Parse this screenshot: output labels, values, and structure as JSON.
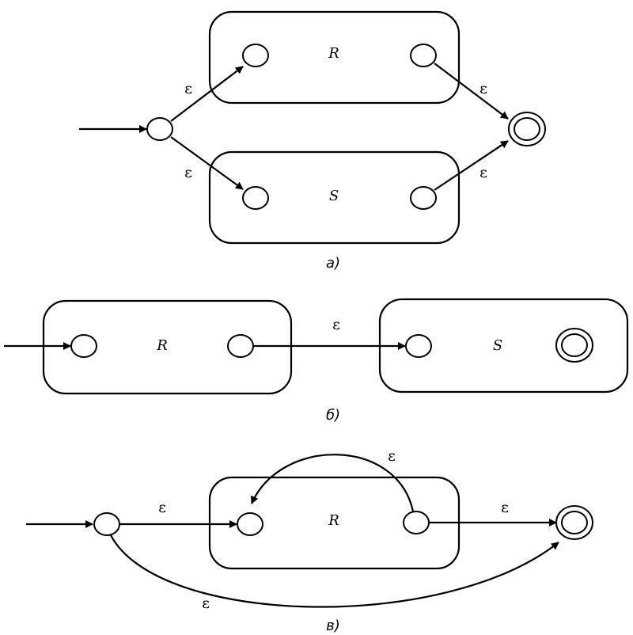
{
  "epsilon": "ε",
  "diagrams": {
    "a": {
      "caption": "а)",
      "nfa_top": "R",
      "nfa_bottom": "S"
    },
    "b": {
      "caption": "б)",
      "nfa_left": "R",
      "nfa_right": "S"
    },
    "c": {
      "caption": "в)",
      "nfa": "R"
    }
  }
}
